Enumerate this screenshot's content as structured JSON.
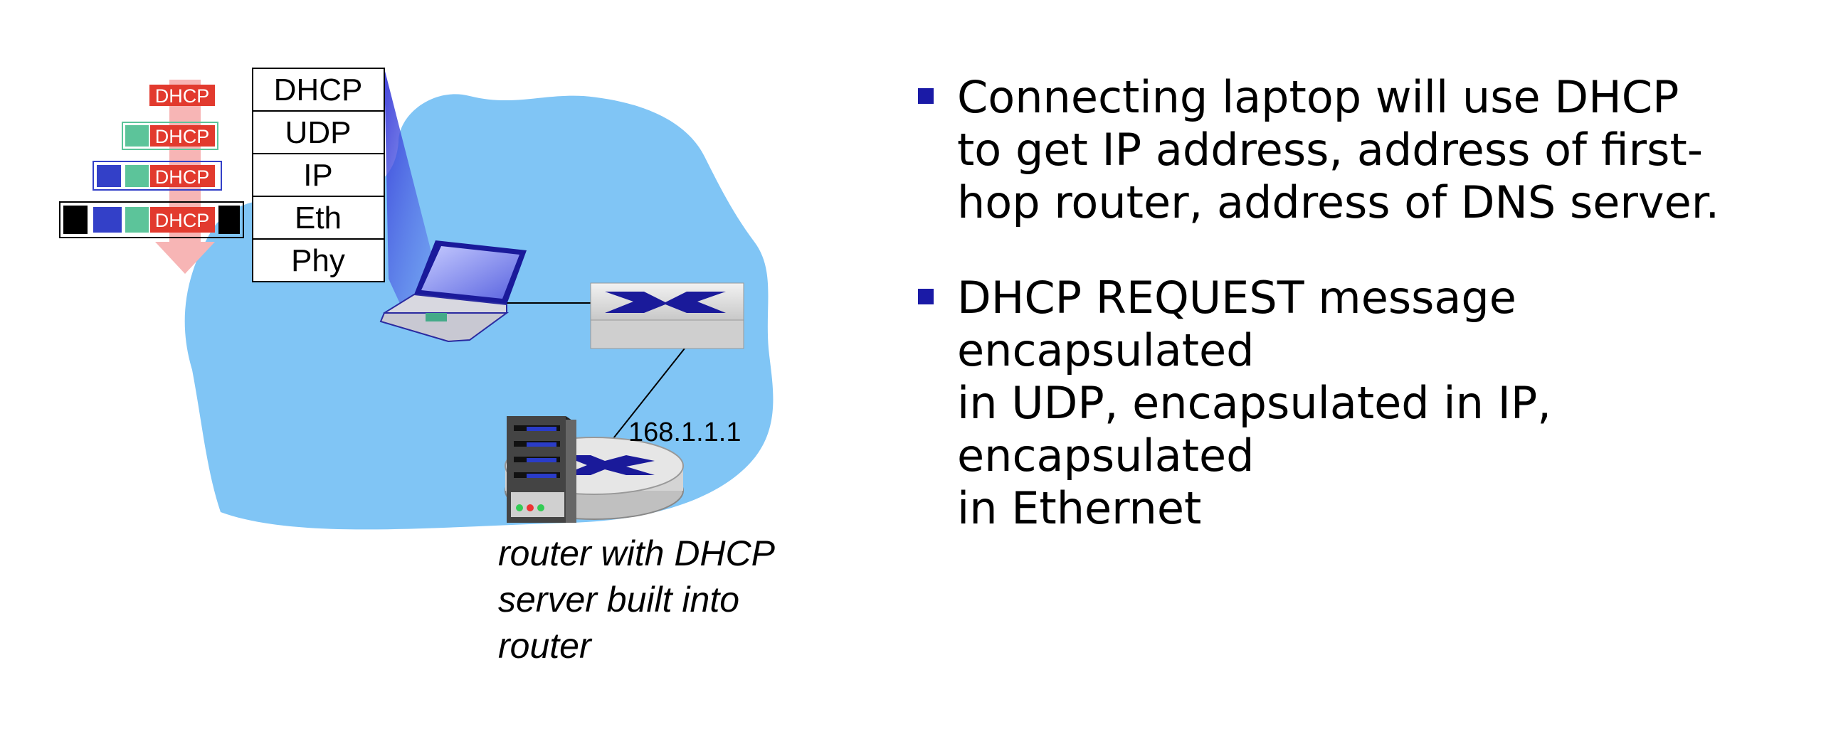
{
  "protocol_stack": [
    "DHCP",
    "UDP",
    "IP",
    "Eth",
    "Phy"
  ],
  "encapsulation": {
    "packets": [
      "DHCP",
      "DHCP",
      "DHCP",
      "DHCP"
    ]
  },
  "router_address": "168.1.1.1",
  "router_caption": [
    "router with DHCP",
    "server built into",
    "router"
  ],
  "bullets": [
    [
      "Connecting laptop will use DHCP",
      "to get IP address, address of first-",
      "hop router, address of DNS server."
    ],
    [
      "DHCP REQUEST message encapsulated",
      "in UDP, encapsulated in IP, encapsulated",
      "in Ethernet"
    ]
  ],
  "colors": {
    "cloud": "#80c5f5",
    "dhcp_header": "#e23a2e",
    "udp_header": "#5cc49a",
    "ip_header": "#3340c8",
    "eth_header": "#000000",
    "bullet": "#1a1aa6",
    "arrow": "#f7b5b5"
  }
}
